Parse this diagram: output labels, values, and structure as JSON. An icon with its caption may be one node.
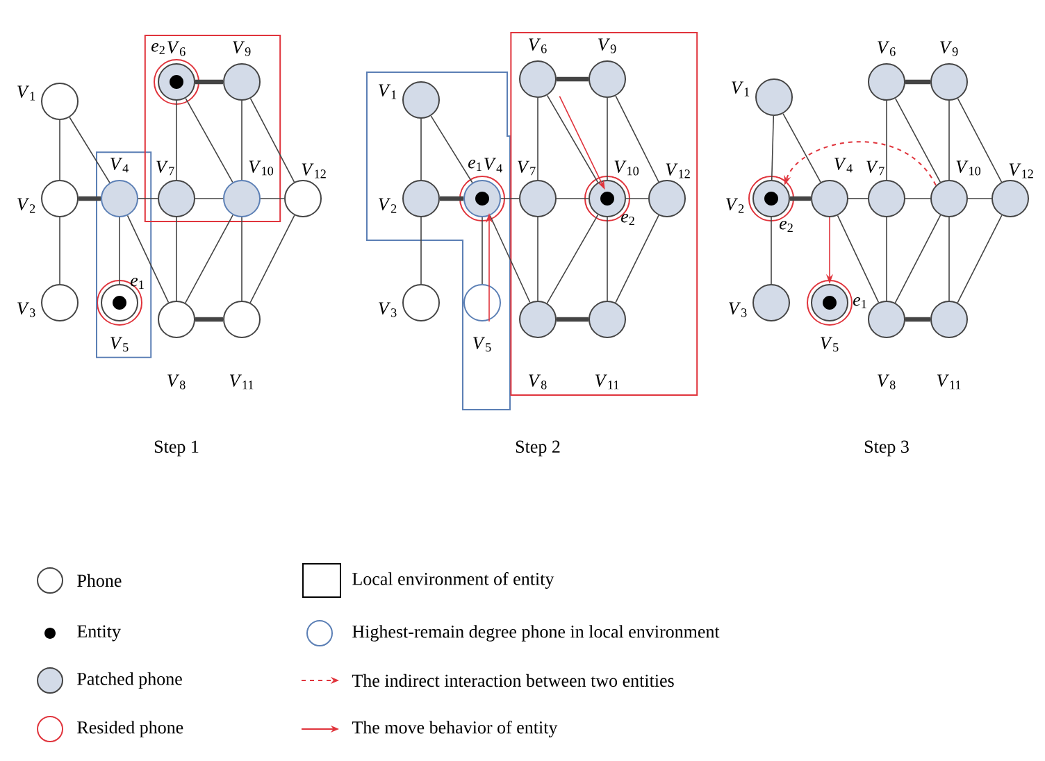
{
  "diagram": {
    "nodes": [
      {
        "text": [],
        "shape": "box"
      },
      {
        "text": [],
        "shape": "box"
      },
      {
        "text": [
          "*V*$_{1}$"
        ]
      },
      {
        "text": [
          "*V*$_{2}$"
        ]
      },
      {
        "text": [
          "*V*$_{3}$"
        ]
      },
      {
        "text": [
          "*V*$_{4}$"
        ],
        "in": 0
      },
      {
        "text": [
          "*V*$_{5}$"
        ],
        "beside": [
          "*e*$_{1}$"
        ],
        "in": 0
      },
      {
        "text": [
          "*V*$_{6}$"
        ],
        "beside": [
          "*e*$_{2}$"
        ],
        "in": 1
      },
      {
        "text": [
          "*V*$_{7}$"
        ],
        "in": 1
      },
      {
        "text": [
          "*V*$_{8}$"
        ]
      },
      {
        "text": [
          "*V*$_{9}$"
        ],
        "in": 1
      },
      {
        "text": [
          "*V*$_{10}$"
        ],
        "in": 1
      },
      {
        "text": [
          "*V*$_{11}$"
        ]
      },
      {
        "text": [
          "*V*$_{12}$"
        ]
      },
      {
        "text": [],
        "shape": "box"
      },
      {
        "text": [],
        "shape": "box"
      },
      {
        "text": [
          "*V*$_{1}$"
        ],
        "in": 14
      },
      {
        "text": [
          "*V*$_{2}$"
        ],
        "in": 14
      },
      {
        "text": [
          "*V*$_{3}$"
        ]
      },
      {
        "text": [
          "*V*$_{4}$"
        ],
        "beside": [
          "*e*$_{1}$"
        ],
        "in": 14
      },
      {
        "text": [
          "*V*$_{5}$"
        ],
        "in": 14
      },
      {
        "text": [
          "*V*$_{6}$"
        ],
        "in": 15
      },
      {
        "text": [
          "*V*$_{7}$"
        ],
        "in": 15
      },
      {
        "text": [
          "*V*$_{8}$"
        ],
        "in": 15
      },
      {
        "text": [
          "*V*$_{9}$"
        ],
        "in": 15
      },
      {
        "text": [
          "*V*$_{10}$"
        ],
        "beside": [
          "*e*$_{2}$"
        ],
        "in": 15
      },
      {
        "text": [
          "*V*$_{11}$"
        ],
        "in": 15
      },
      {
        "text": [
          "*V*$_{12}$"
        ],
        "in": 15
      },
      {
        "text": [
          "*V*$_{1}$"
        ]
      },
      {
        "text": [
          "*V*$_{2}$"
        ],
        "beside": [
          "*e*$_{2}$"
        ]
      },
      {
        "text": [
          "*V*$_{3}$"
        ]
      },
      {
        "text": [
          "*V*$_{4}$"
        ]
      },
      {
        "text": [
          "*V*$_{5}$"
        ],
        "beside": [
          "*e*$_{1}$"
        ]
      },
      {
        "text": [
          "*V*$_{6}$"
        ]
      },
      {
        "text": [
          "*V*$_{7}$"
        ]
      },
      {
        "text": [
          "*V*$_{8}$"
        ]
      },
      {
        "text": [
          "*V*$_{9}$"
        ]
      },
      {
        "text": [
          "*V*$_{10}$"
        ]
      },
      {
        "text": [
          "*V*$_{11}$"
        ]
      },
      {
        "text": [
          "*V*$_{12}$"
        ]
      }
    ],
    "edges": [
      {
        "from": 2,
        "to": 3,
        "arrow": "none"
      },
      {
        "from": 3,
        "to": 4,
        "arrow": "none"
      },
      {
        "from": 2,
        "to": 5,
        "arrow": "none"
      },
      {
        "from": 3,
        "to": 5,
        "arrow": "none",
        "style": "thick"
      },
      {
        "from": 5,
        "to": 6,
        "arrow": "none"
      },
      {
        "from": 5,
        "to": 8,
        "arrow": "none"
      },
      {
        "from": 5,
        "to": 9,
        "arrow": "none"
      },
      {
        "from": 7,
        "to": 8,
        "arrow": "none"
      },
      {
        "from": 7,
        "to": 10,
        "arrow": "none",
        "style": "thick"
      },
      {
        "from": 7,
        "to": 11,
        "arrow": "none"
      },
      {
        "from": 8,
        "to": 11,
        "arrow": "none"
      },
      {
        "from": 8,
        "to": 9,
        "arrow": "none"
      },
      {
        "from": 9,
        "to": 11,
        "arrow": "none"
      },
      {
        "from": 9,
        "to": 12,
        "arrow": "none",
        "style": "thick"
      },
      {
        "from": 10,
        "to": 11,
        "arrow": "none"
      },
      {
        "from": 10,
        "to": 13,
        "arrow": "none"
      },
      {
        "from": 11,
        "to": 13,
        "arrow": "none"
      },
      {
        "from": 11,
        "to": 12,
        "arrow": "none"
      },
      {
        "from": 12,
        "to": 13,
        "arrow": "none"
      },
      {
        "from": 16,
        "to": 17,
        "arrow": "none"
      },
      {
        "from": 17,
        "to": 18,
        "arrow": "none"
      },
      {
        "from": 16,
        "to": 19,
        "arrow": "none"
      },
      {
        "from": 17,
        "to": 19,
        "arrow": "none",
        "style": "thick"
      },
      {
        "from": 19,
        "to": 20,
        "arrow": "none"
      },
      {
        "from": 19,
        "to": 22,
        "arrow": "none"
      },
      {
        "from": 19,
        "to": 23,
        "arrow": "none"
      },
      {
        "from": 21,
        "to": 22,
        "arrow": "none"
      },
      {
        "from": 21,
        "to": 24,
        "arrow": "none",
        "style": "thick"
      },
      {
        "from": 21,
        "to": 25,
        "arrow": "none"
      },
      {
        "from": 22,
        "to": 25,
        "arrow": "none"
      },
      {
        "from": 22,
        "to": 23,
        "arrow": "none"
      },
      {
        "from": 23,
        "to": 25,
        "arrow": "none"
      },
      {
        "from": 23,
        "to": 26,
        "arrow": "none",
        "style": "thick"
      },
      {
        "from": 24,
        "to": 25,
        "arrow": "none"
      },
      {
        "from": 24,
        "to": 27,
        "arrow": "none"
      },
      {
        "from": 25,
        "to": 27,
        "arrow": "none"
      },
      {
        "from": 25,
        "to": 26,
        "arrow": "none"
      },
      {
        "from": 26,
        "to": 27,
        "arrow": "none"
      },
      {
        "from": 20,
        "to": 19,
        "arrow": "to",
        "color": "#e0343c"
      },
      {
        "from": 21,
        "to": 25,
        "arrow": "to",
        "color": "#e0343c"
      },
      {
        "from": 28,
        "to": 29,
        "arrow": "none"
      },
      {
        "from": 29,
        "to": 30,
        "arrow": "none"
      },
      {
        "from": 28,
        "to": 31,
        "arrow": "none"
      },
      {
        "from": 29,
        "to": 31,
        "arrow": "none",
        "style": "thick"
      },
      {
        "from": 31,
        "to": 34,
        "arrow": "none"
      },
      {
        "from": 31,
        "to": 35,
        "arrow": "none"
      },
      {
        "from": 33,
        "to": 34,
        "arrow": "none"
      },
      {
        "from": 33,
        "to": 36,
        "arrow": "none",
        "style": "thick"
      },
      {
        "from": 33,
        "to": 37,
        "arrow": "none"
      },
      {
        "from": 34,
        "to": 37,
        "arrow": "none"
      },
      {
        "from": 34,
        "to": 35,
        "arrow": "none"
      },
      {
        "from": 35,
        "to": 37,
        "arrow": "none"
      },
      {
        "from": 35,
        "to": 38,
        "arrow": "none",
        "style": "thick"
      },
      {
        "from": 36,
        "to": 37,
        "arrow": "none"
      },
      {
        "from": 36,
        "to": 39,
        "arrow": "none"
      },
      {
        "from": 37,
        "to": 39,
        "arrow": "none"
      },
      {
        "from": 37,
        "to": 38,
        "arrow": "none"
      },
      {
        "from": 38,
        "to": 39,
        "arrow": "none"
      },
      {
        "from": 31,
        "to": 32,
        "arrow": "to",
        "color": "#e0343c"
      },
      {
        "from": 37,
        "to": 29,
        "arrow": "to",
        "color": "#e0343c",
        "style": "dashed"
      }
    ],
    "labels": [
      "Step 1",
      "Step 2",
      "Step 3"
    ],
    "legend": [
      {
        "text": "Phone"
      },
      {
        "text": "Entity"
      },
      {
        "text": "Patched phone"
      },
      {
        "text": "Resided phone"
      },
      {
        "text": "Local environment of entity"
      },
      {
        "text": "Highest-remain degree phone in local environment"
      },
      {
        "text": "The indirect interaction between two entities"
      },
      {
        "text": "The move behavior of entity"
      }
    ]
  }
}
